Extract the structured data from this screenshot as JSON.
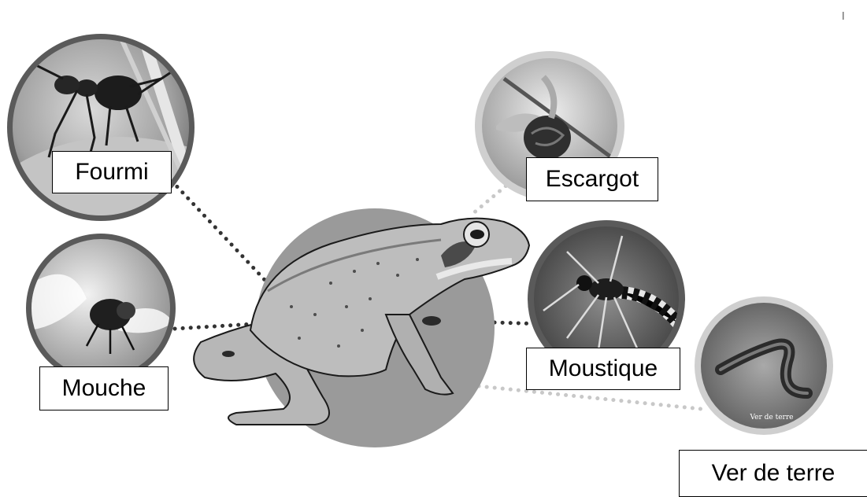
{
  "diagram": {
    "center": {
      "name": "grenouille"
    },
    "prey": [
      {
        "id": "fourmi",
        "label": "Fourmi"
      },
      {
        "id": "escargot",
        "label": "Escargot"
      },
      {
        "id": "moustique",
        "label": "Moustique"
      },
      {
        "id": "mouche",
        "label": "Mouche"
      },
      {
        "id": "ver",
        "label": "Ver de terre",
        "photo_caption": "Ver de terre"
      }
    ]
  },
  "colors": {
    "background": "#ffffff",
    "ring_dark": "#595959",
    "ring_light": "#cfcfcf",
    "frog_disc": "#9a9a9a",
    "dots": "#3a3a3a",
    "dots_light": "#c8c8c8"
  }
}
